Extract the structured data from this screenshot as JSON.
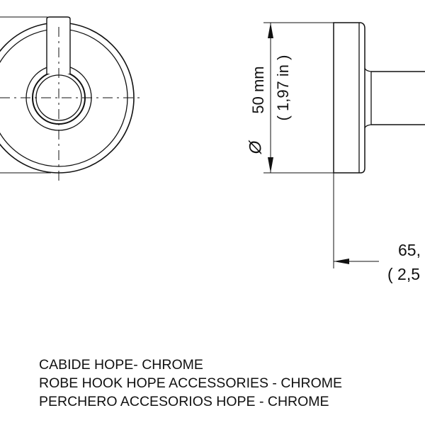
{
  "dimensions": {
    "diameter_symbol": "Ø",
    "diameter_mm": "50 mm",
    "diameter_in": "( 1,97 in )",
    "depth_mm": "65,",
    "depth_in": "( 2,5"
  },
  "captions": [
    "CABIDE HOPE- CHROME",
    "ROBE HOOK HOPE ACCESSORIES - CHROME",
    "PERCHERO ACCESORIOS HOPE - CHROME"
  ]
}
